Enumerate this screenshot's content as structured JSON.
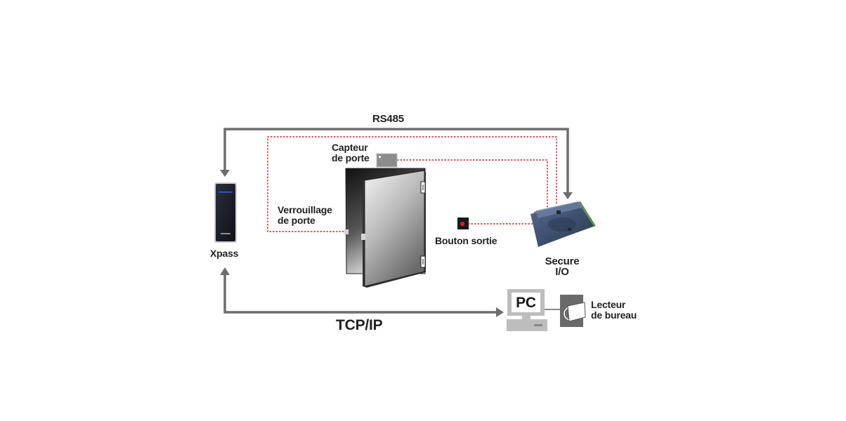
{
  "diagram": {
    "connections": {
      "rs485": "RS485",
      "tcpip": "TCP/IP"
    },
    "devices": {
      "xpass": "Xpass",
      "door_sensor": [
        "Capteur",
        "de porte"
      ],
      "door_lock": [
        "Verrouillage",
        "de porte"
      ],
      "exit_button": "Bouton sortie",
      "secure_io": [
        "Secure",
        "I/O"
      ],
      "pc": "PC",
      "desktop_reader": [
        "Lecteur",
        "de bureau"
      ]
    },
    "colors": {
      "bus_line": "#6d6d6d",
      "wire": "#d0202a",
      "text": "#222222"
    }
  }
}
